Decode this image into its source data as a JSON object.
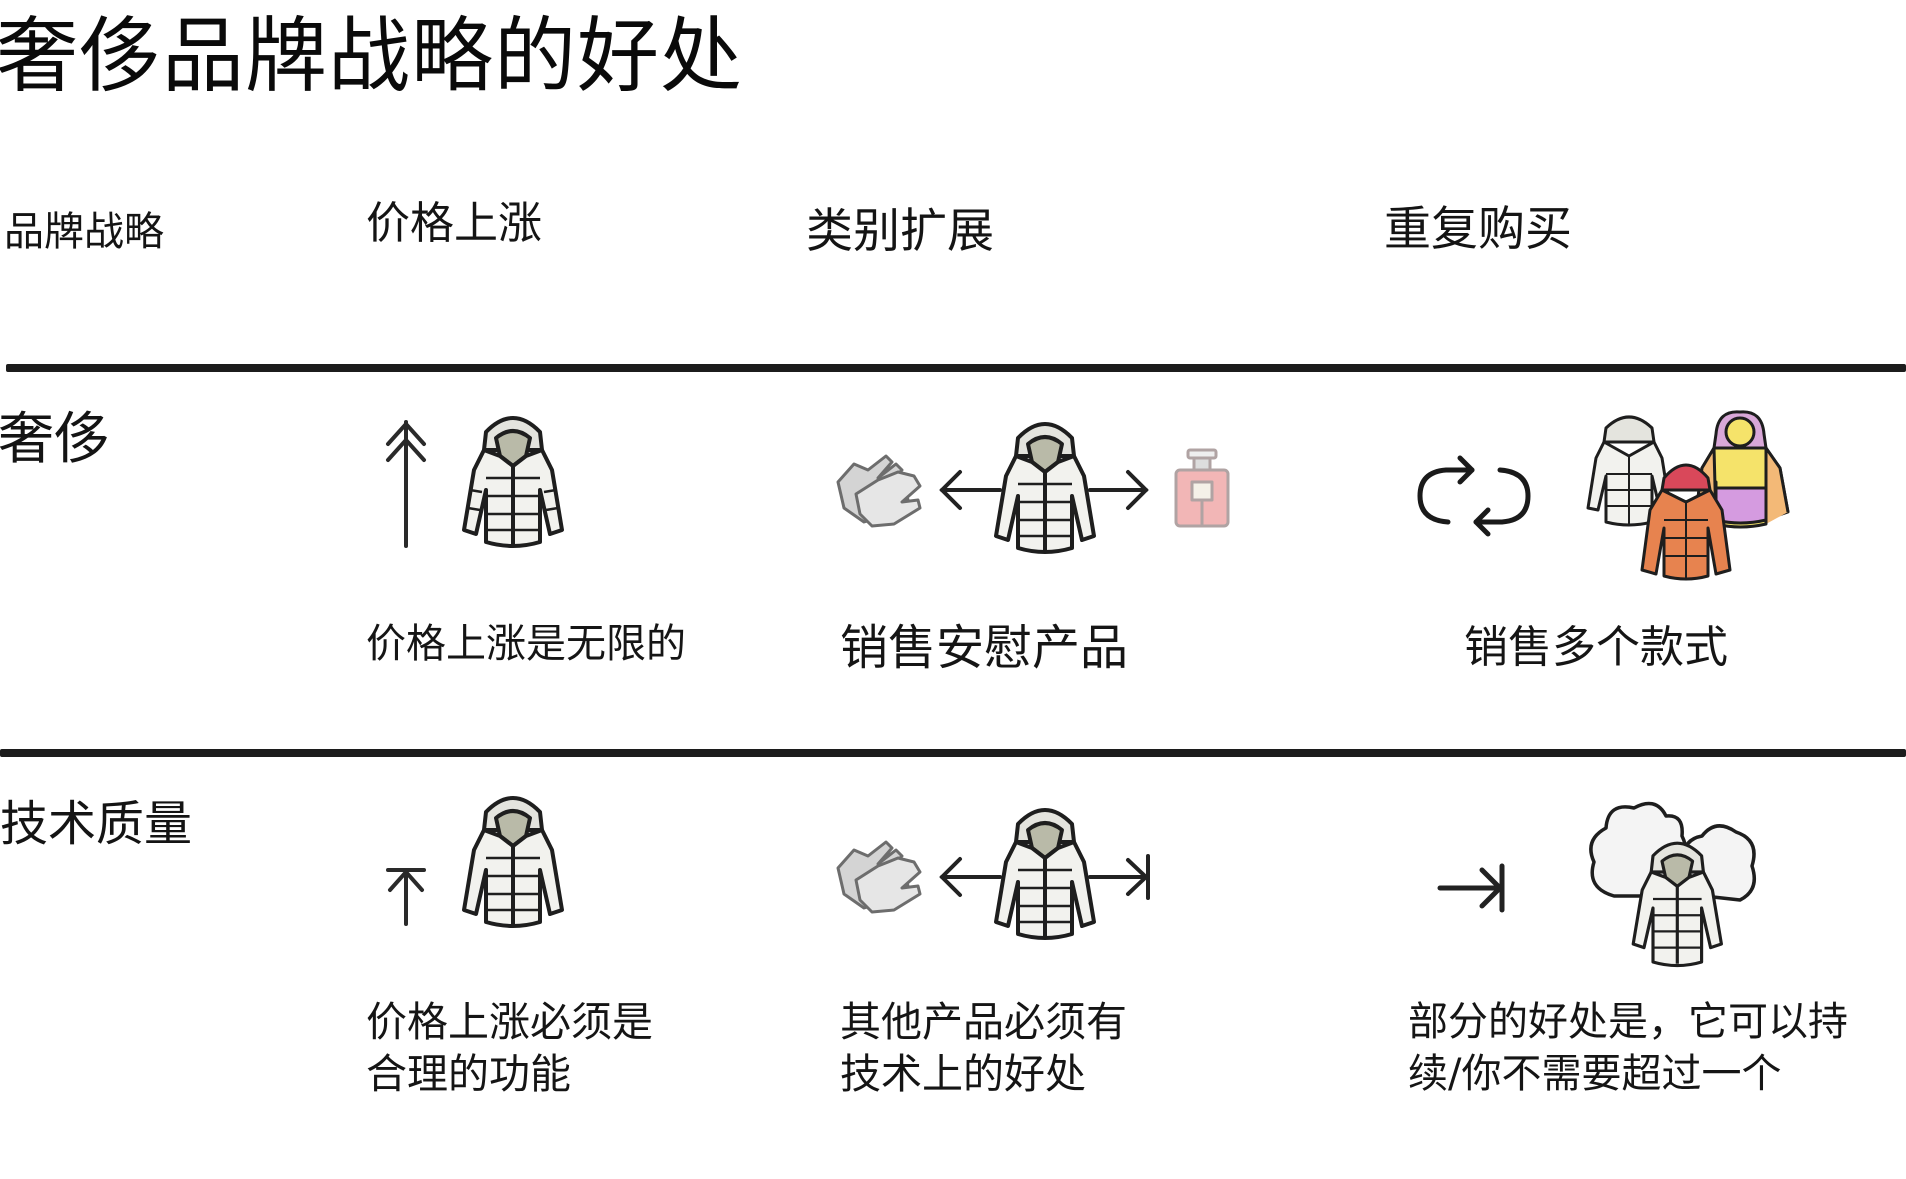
{
  "title": "奢侈品牌战略的好处",
  "header": {
    "corner": "品牌战略",
    "columns": [
      {
        "label": "价格上涨"
      },
      {
        "label": "类别扩展"
      },
      {
        "label": "重复购买"
      }
    ]
  },
  "rows": [
    {
      "label": "奢侈",
      "cells": [
        {
          "icons": [
            "tall-up-arrow-icon",
            "down-coat-icon"
          ],
          "caption": "价格上涨是无限的"
        },
        {
          "icons": [
            "gloves-icon",
            "left-arrow-icon",
            "down-coat-icon",
            "right-arrow-icon",
            "perfume-bottle-icon"
          ],
          "caption": "销售安慰产品"
        },
        {
          "icons": [
            "cycle-arrows-icon",
            "multiple-coats-icon"
          ],
          "caption": "销售多个款式"
        }
      ]
    },
    {
      "label": "技术质量",
      "cells": [
        {
          "icons": [
            "short-up-arrow-to-bar-icon",
            "down-coat-icon"
          ],
          "caption": "价格上涨必须是\n合理的功能"
        },
        {
          "icons": [
            "gloves-icon",
            "left-arrow-icon",
            "down-coat-icon",
            "right-arrow-to-bar-icon"
          ],
          "caption": "其他产品必须有\n技术上的好处"
        },
        {
          "icons": [
            "right-arrow-to-bar-icon",
            "coat-with-down-clouds-icon"
          ],
          "caption": "部分的好处是，它可以持\n续/你不需要超过一个"
        }
      ]
    }
  ],
  "colors": {
    "rule": "#1c1c1c",
    "coat_fill": "#f2f2ee",
    "coat_hood_lining": "#b9baa8",
    "perfume": "#f2b6b6",
    "orange_coat": "#e7834f",
    "yellow_coat": "#f5e36a",
    "purple_panel": "#d59be0"
  }
}
